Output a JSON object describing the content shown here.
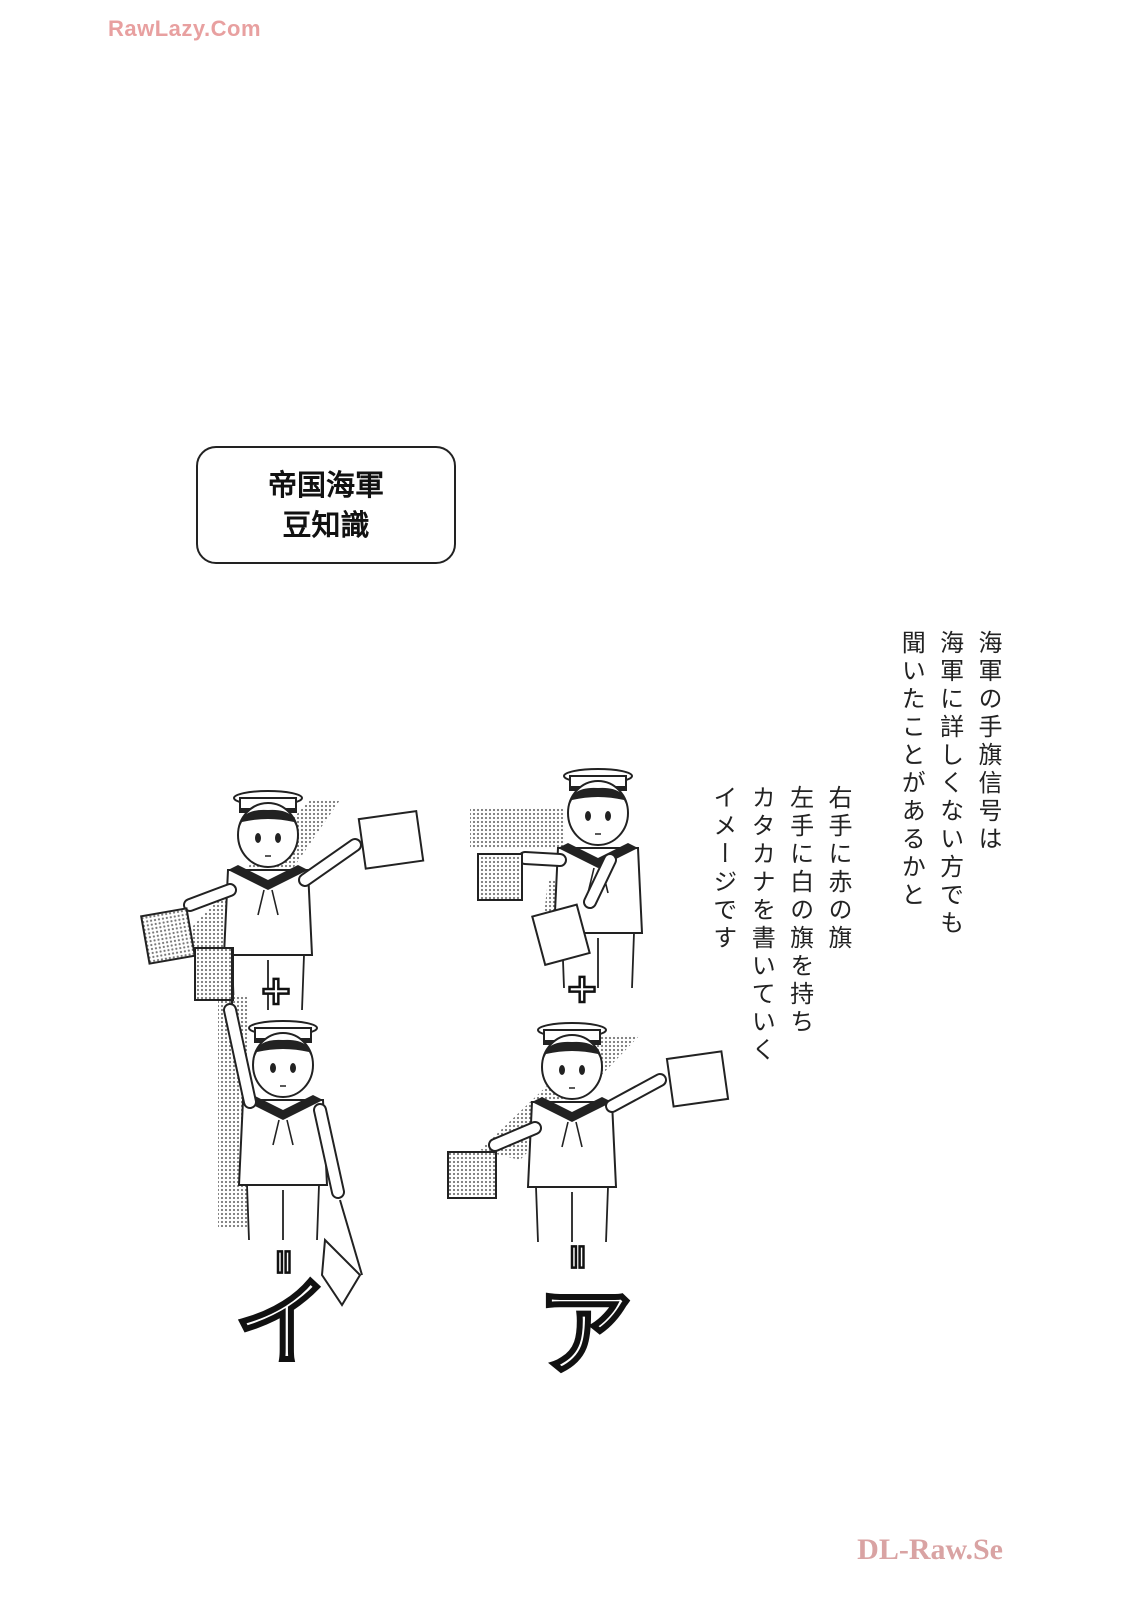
{
  "watermarks": {
    "top": "RawLazy.Com",
    "bottom": "DL-Raw.Se"
  },
  "title_box": {
    "line1": "帝国海軍",
    "line2": "豆知識"
  },
  "narration": {
    "block1": [
      "海軍の手旗信号は",
      "海軍に詳しくない方でも",
      "聞いたことがあるかと"
    ],
    "block2": [
      "右手に赤の旗",
      "左手に白の旗を持ち",
      "カタカナを書いていく",
      "イメージです"
    ]
  },
  "diagram": {
    "left": {
      "plus": "+",
      "equals": "=",
      "result": "イ"
    },
    "right": {
      "plus": "+",
      "equals": "=",
      "result": "ア"
    }
  }
}
